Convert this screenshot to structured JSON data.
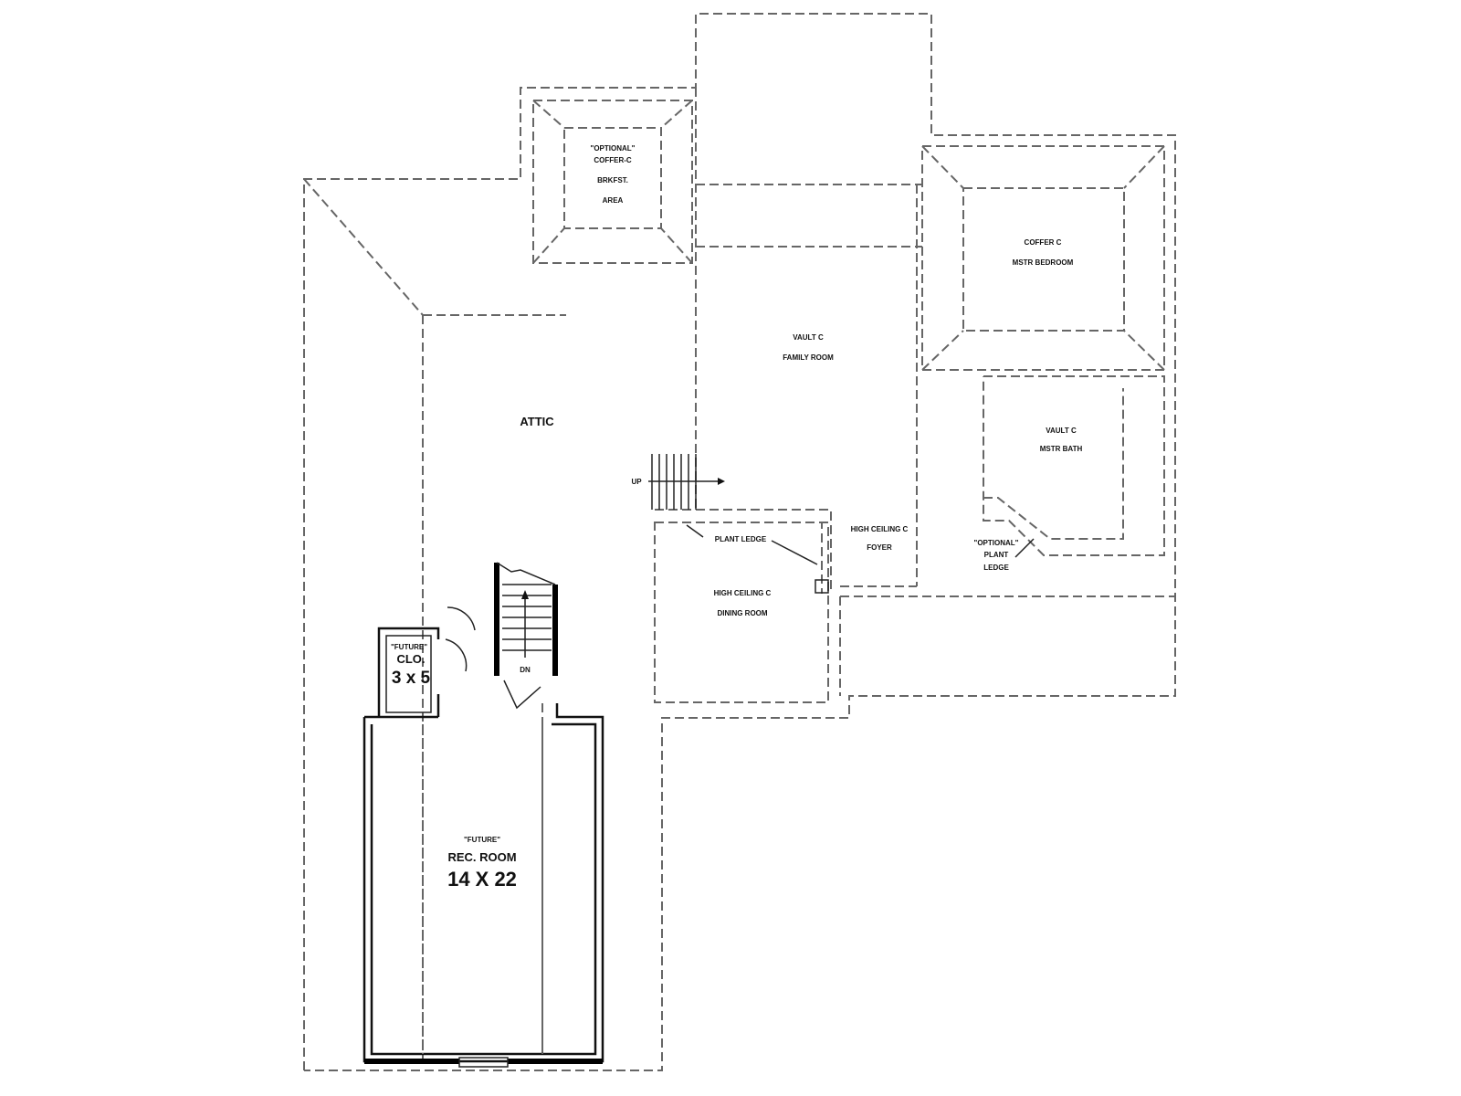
{
  "labels": {
    "attic": "ATTIC",
    "up": "UP",
    "dn": "DN",
    "brkfst_1": "\"OPTIONAL\"",
    "brkfst_2": "COFFER-C",
    "brkfst_3": "BRKFST.",
    "brkfst_4": "AREA",
    "family_1": "VAULT C",
    "family_2": "FAMILY ROOM",
    "mbed_1": "COFFER C",
    "mbed_2": "MSTR BEDROOM",
    "mbath_1": "VAULT C",
    "mbath_2": "MSTR BATH",
    "foyer_1": "HIGH CEILING C",
    "foyer_2": "FOYER",
    "dining_1": "HIGH CEILING C",
    "dining_2": "DINING ROOM",
    "plant_ledge": "PLANT LEDGE",
    "opt_ledge_1": "\"OPTIONAL\"",
    "opt_ledge_2": "PLANT",
    "opt_ledge_3": "LEDGE",
    "clo_1": "\"FUTURE\"",
    "clo_2": "CLO.",
    "clo_3": "3 x 5",
    "rec_1": "\"FUTURE\"",
    "rec_2": "REC. ROOM",
    "rec_3": "14 X 22"
  },
  "colors": {
    "line": "#666666",
    "wall": "#111111",
    "background": "#ffffff"
  }
}
